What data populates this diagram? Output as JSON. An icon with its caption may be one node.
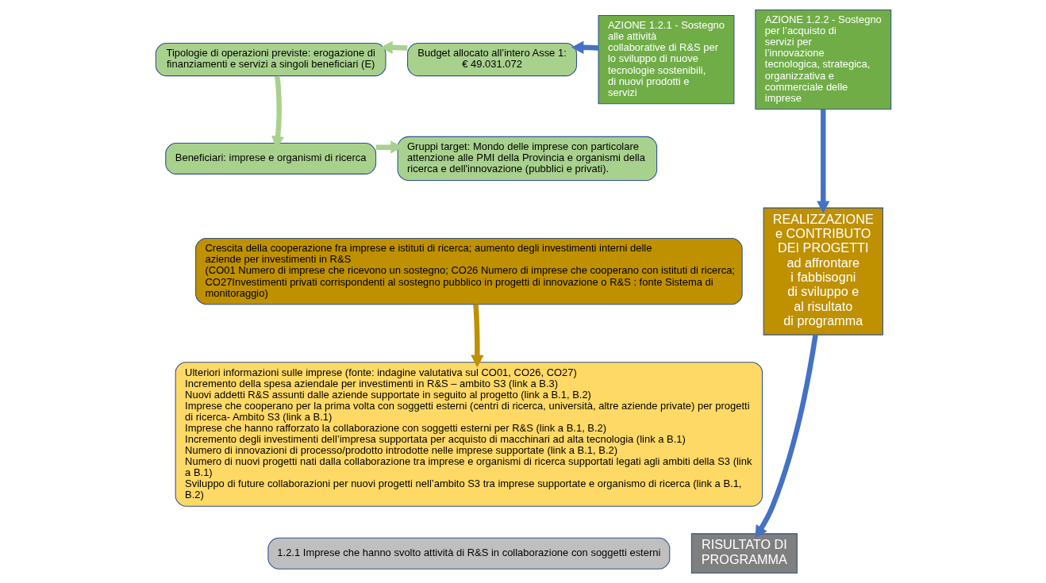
{
  "diagram": {
    "nodes": [
      {
        "text": [
          "Tipologie di operazioni previste: erogazione di finanziamenti e servizi a singoli beneficiari (E)"
        ]
      },
      {
        "text": [
          "Budget allocato all’intero Asse 1:",
          "€ 49.031.072"
        ]
      },
      {
        "text": [
          "AZIONE 1.2.1 - Sostegno alle attività collaborative di R&S per lo sviluppo di nuove tecnologie sostenibili, di nuovi prodotti e servizi"
        ]
      },
      {
        "text": [
          "AZIONE 1.2.2 - Sostegno per l’acquisto di servizi per l’innovazione tecnologica, strategica, organizzativa e commerciale delle imprese"
        ]
      },
      {
        "text": [
          "Beneficiari: imprese e organismi di ricerca"
        ]
      },
      {
        "text": [
          "Gruppi target: Mondo delle imprese con particolare attenzione alle PMI della Provincia e organismi della ricerca e dell'innovazione (pubblici e privati)."
        ]
      },
      {
        "text": [
          "Crescita della cooperazione fra imprese e istituti di ricerca; aumento degli investimenti interni delle aziende per investimenti in R&S",
          "(CO01 Numero di imprese che ricevono un sostegno; CO26 Numero di imprese che cooperano con istituti di ricerca; CO27Investimenti privati corrispondenti al sostegno pubblico in progetti di innovazione o R&S : fonte Sistema di monitoraggio)"
        ]
      },
      {
        "text": [
          "Ulteriori informazioni sulle imprese (fonte: indagine valutativa sul CO01, CO26, CO27)",
          "Incremento della spesa aziendale per investimenti in R&S – ambito S3 (link a B.3)",
          "Nuovi addetti R&S assunti dalle aziende supportate in seguito al progetto (link a B.1, B.2)",
          "Imprese che cooperano per la prima volta con soggetti esterni (centri di ricerca, università, altre aziende private) per progetti di ricerca- Ambito S3 (link a B.1)",
          "Imprese che hanno rafforzato la collaborazione con soggetti esterni per R&S (link a B.1, B.2)",
          "Incremento degli investimenti dell’impresa supportata per acquisto di macchinari ad alta tecnologia (link a B.1)",
          "Numero di innovazioni di processo/prodotto introdotte nelle imprese supportate (link a B.1, B.2)",
          "Numero di nuovi progetti nati dalla collaborazione tra imprese e organismi di ricerca supportati legati agli ambiti della S3 (link a B.1)",
          "Sviluppo di future collaborazioni per nuovi progetti nell’ambito S3 tra imprese supportate e organismo di ricerca (link a B.1, B.2)"
        ]
      },
      {
        "text": [
          "REALIZZAZIONE e CONTRIBUTO DEI PROGETTI",
          "ad affrontare i fabbisogni di sviluppo e al risultato di programma"
        ]
      },
      {
        "text": [
          "1.2.1 Imprese che hanno svolto attività di R&S in collaborazione con soggetti esterni"
        ]
      },
      {
        "text": [
          "RISULTATO DI PROGRAMMA"
        ]
      }
    ],
    "edges": [
      {
        "from": 2,
        "to": 1,
        "arrow": "to",
        "color": "#4472c4"
      },
      {
        "from": 1,
        "to": 0,
        "arrow": "to",
        "color": "#a9d18e"
      },
      {
        "from": 0,
        "to": 4,
        "arrow": "to",
        "color": "#a9d18e"
      },
      {
        "from": 4,
        "to": 5,
        "arrow": "to",
        "color": "#a9d18e"
      },
      {
        "from": 3,
        "to": 8,
        "arrow": "to",
        "color": "#4472c4"
      },
      {
        "from": 6,
        "to": 7,
        "arrow": "to",
        "color": "#bf9000"
      },
      {
        "from": 8,
        "to": 10,
        "arrow": "to",
        "color": "#4472c4"
      }
    ]
  }
}
